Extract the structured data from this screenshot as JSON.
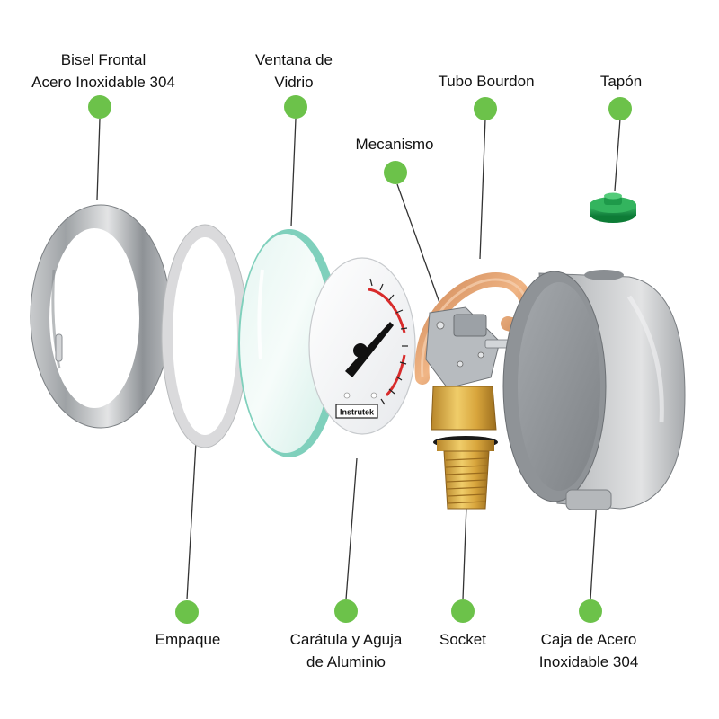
{
  "accent_color": "#6cc24a",
  "brand_text": "Instrutek",
  "callouts": [
    {
      "id": "bisel",
      "lines": [
        "Bisel Frontal",
        "Acero Inoxidable 304"
      ]
    },
    {
      "id": "ventana",
      "lines": [
        "Ventana de",
        "Vidrio"
      ]
    },
    {
      "id": "tubo",
      "lines": [
        "Tubo Bourdon"
      ]
    },
    {
      "id": "tapon",
      "lines": [
        "Tapón"
      ]
    },
    {
      "id": "mecanismo",
      "lines": [
        "Mecanismo"
      ]
    },
    {
      "id": "empaque",
      "lines": [
        "Empaque"
      ]
    },
    {
      "id": "caratula",
      "lines": [
        "Carátula y Aguja",
        "de Aluminio"
      ]
    },
    {
      "id": "socket",
      "lines": [
        "Socket"
      ]
    },
    {
      "id": "caja",
      "lines": [
        "Caja de Acero",
        "Inoxidable 304"
      ]
    }
  ]
}
